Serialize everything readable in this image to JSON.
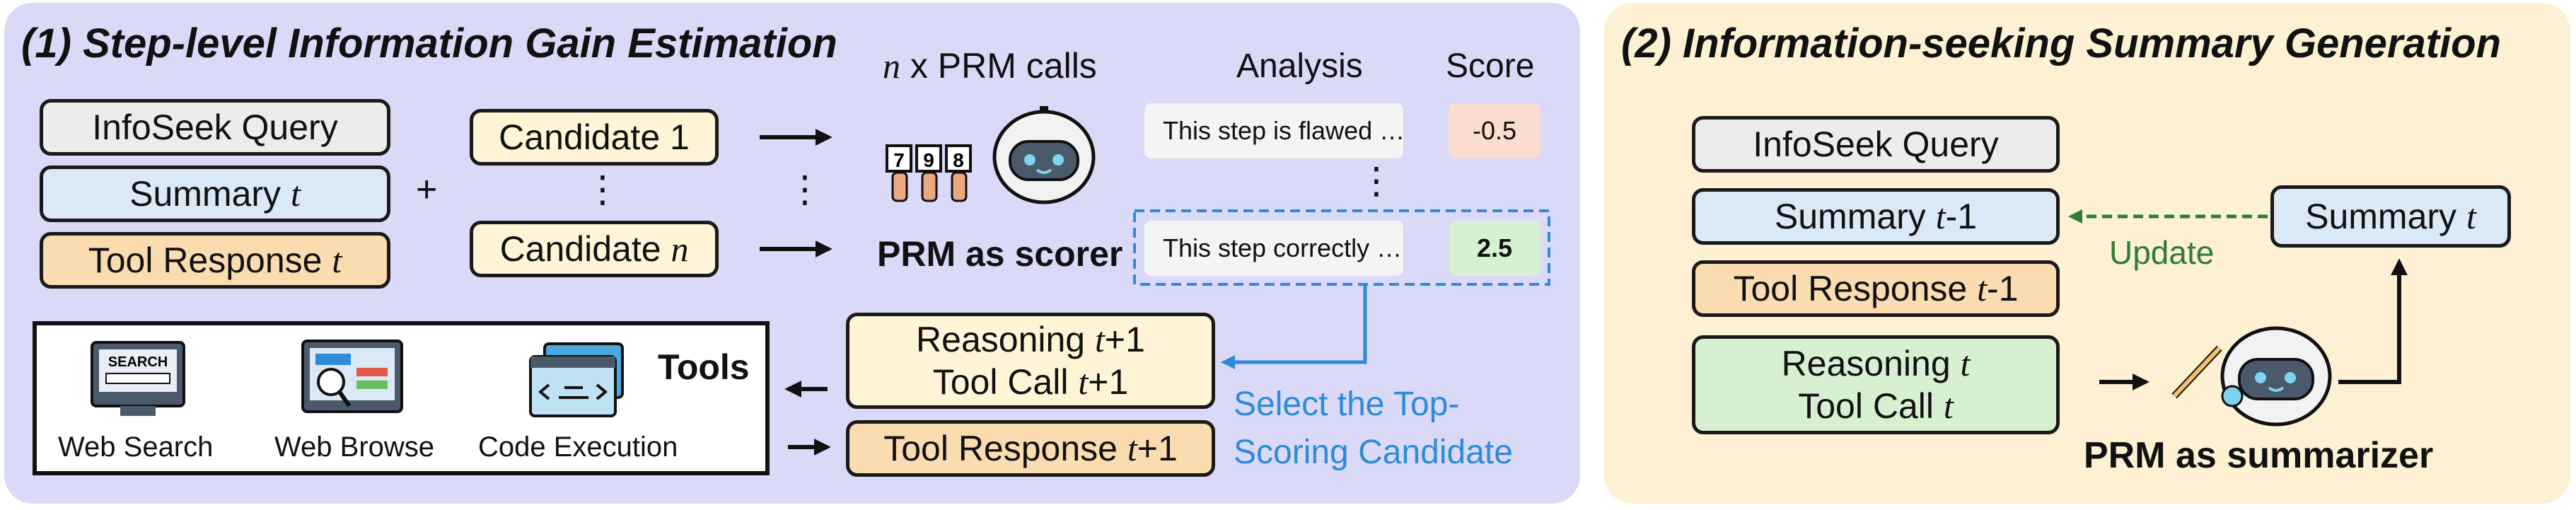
{
  "panel1": {
    "title": "(1) Step-level Information Gain Estimation",
    "inputs": {
      "query": "InfoSeek Query",
      "summary": "Summary",
      "tool_response": "Tool Response",
      "var_t": "t"
    },
    "plus": "+",
    "candidates": {
      "first": "Candidate 1",
      "last_prefix": "Candidate",
      "last_var": "n",
      "vdots": "⋮"
    },
    "prm_calls": {
      "var_n": "n",
      "text": " x PRM calls"
    },
    "headers": {
      "analysis": "Analysis",
      "score": "Score"
    },
    "rows": [
      {
        "analysis": "This step is flawed …",
        "score": "-0.5",
        "score_color": "#fbdcd0"
      },
      {
        "analysis": "This step correctly …",
        "score": "2.5",
        "score_color": "#d7f0d2"
      }
    ],
    "prm_scorer": "PRM as scorer",
    "select_text": [
      "Select the Top-",
      "Scoring Candidate"
    ],
    "next": {
      "reasoning": "Reasoning",
      "tool_call": "Tool Call",
      "tool_response": "Tool Response",
      "var_t": "t",
      "plus1": "+1"
    },
    "tools": {
      "title": "Tools",
      "items": [
        {
          "name": "Web Search",
          "icon": "search-icon",
          "screen_text": "SEARCH"
        },
        {
          "name": "Web Browse",
          "icon": "browser-chart-icon"
        },
        {
          "name": "Code Execution",
          "icon": "code-window-icon"
        }
      ]
    }
  },
  "panel2": {
    "title": "(2) Information-seeking Summary Generation",
    "query": "InfoSeek Query",
    "summary_prev": {
      "label": "Summary",
      "var_t": "t",
      "suffix": "-1"
    },
    "tool_response_prev": {
      "label": "Tool Response",
      "var_t": "t",
      "suffix": "-1"
    },
    "reasoning": {
      "line1": "Reasoning",
      "line2": "Tool Call",
      "var_t": "t"
    },
    "summary_new": {
      "label": "Summary",
      "var_t": "t"
    },
    "update": "Update",
    "prm_summarizer": "PRM as summarizer"
  },
  "colors": {
    "panel1_bg": "#dad9f7",
    "panel2_bg": "#fdf0d3",
    "select_blue": "#2e8bd8",
    "update_green": "#2e7d32"
  }
}
